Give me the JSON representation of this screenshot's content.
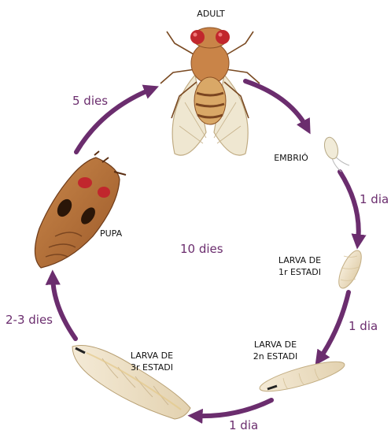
{
  "colors": {
    "arrow": "#6b2d6e",
    "label_text": "#111111",
    "duration_text": "#6b2d6e"
  },
  "stages": {
    "adult": {
      "line1": "ADULT",
      "icon": "fruit-fly-adult"
    },
    "embryo": {
      "line1": "EMBRIÓ",
      "icon": "egg"
    },
    "larva1": {
      "line1": "LARVA DE",
      "line2": "1r ESTADI",
      "icon": "larva"
    },
    "larva2": {
      "line1": "LARVA DE",
      "line2": "2n ESTADI",
      "icon": "larva"
    },
    "larva3": {
      "line1": "LARVA DE",
      "line2": "3r ESTADI",
      "icon": "larva"
    },
    "pupa": {
      "line1": "PUPA",
      "icon": "pupa"
    }
  },
  "durations": {
    "adult_to_embryo": "",
    "embryo_to_larva1": "1 dia",
    "larva1_to_larva2": "1 dia",
    "larva2_to_larva3": "1 dia",
    "larva3_to_pupa": "2-3 dies",
    "pupa_to_adult": "5 dies"
  },
  "total": "10 dies"
}
